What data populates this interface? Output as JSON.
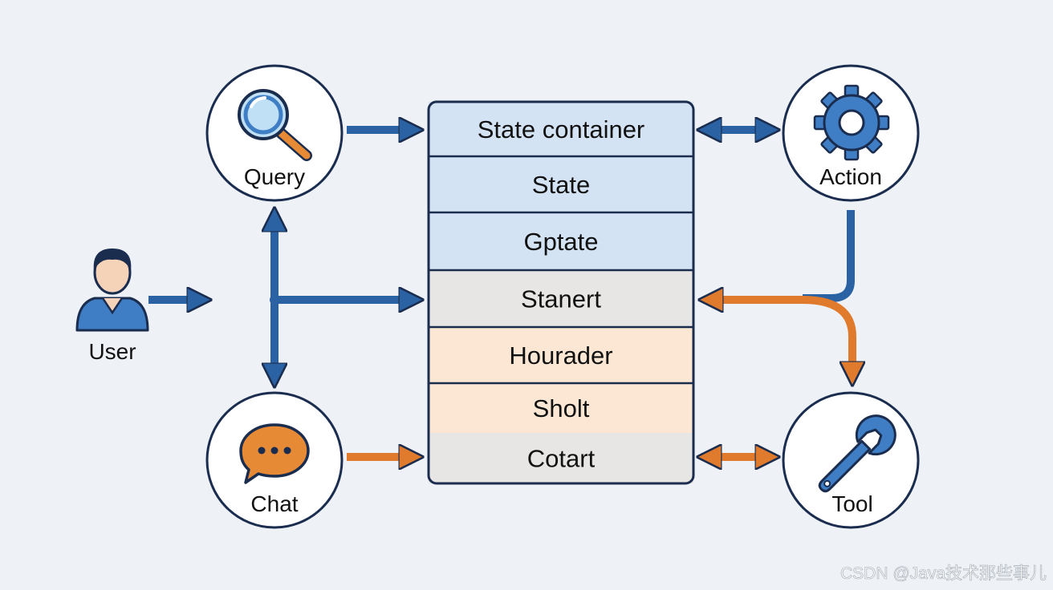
{
  "nodes": {
    "user": {
      "label": "User"
    },
    "query": {
      "label": "Query"
    },
    "chat": {
      "label": "Chat"
    },
    "action": {
      "label": "Action"
    },
    "tool": {
      "label": "Tool"
    }
  },
  "stack": {
    "rows": [
      {
        "label": "State container",
        "tone": "blue"
      },
      {
        "label": "State",
        "tone": "blue"
      },
      {
        "label": "Gptate",
        "tone": "blue"
      },
      {
        "label": "Stanert",
        "tone": "gray"
      },
      {
        "label": "Hourader",
        "tone": "peach"
      },
      {
        "label": "Sholt",
        "tone": "peach"
      },
      {
        "label": "Cotart",
        "tone": "gray"
      }
    ]
  },
  "watermark": "CSDN @Java技术那些事儿",
  "colors": {
    "background": "#eef1f6",
    "outline": "#1b2d4f",
    "blue_arrow": "#2b62a3",
    "orange_arrow": "#e07a2c",
    "row_blue": "#d4e3f4",
    "row_gray": "#e7e6e4",
    "row_peach": "#fbe7d3",
    "icon_blue": "#3f7ec4",
    "icon_orange": "#e68a35"
  }
}
